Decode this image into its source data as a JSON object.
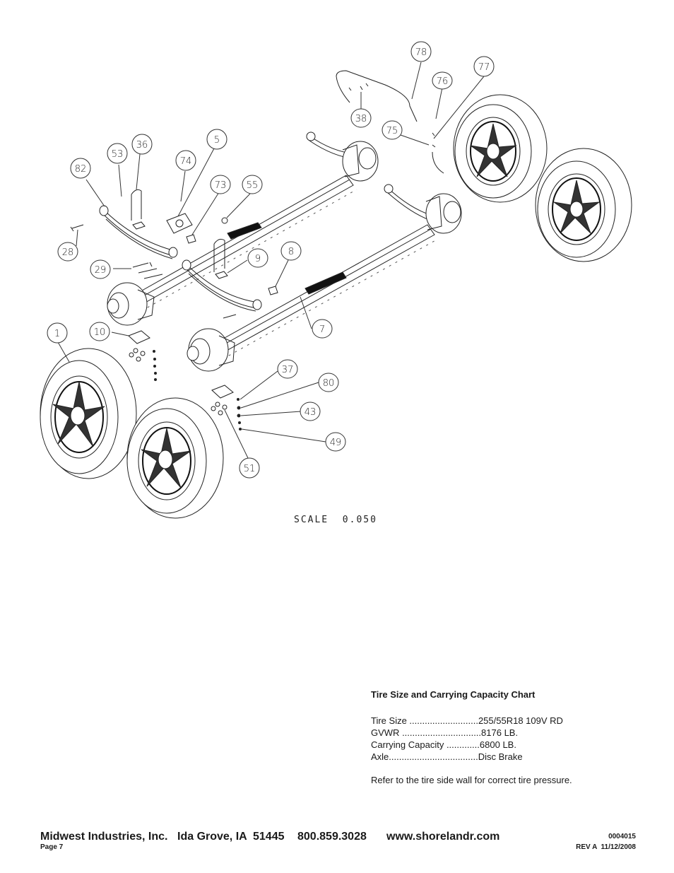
{
  "diagram": {
    "scale_label": "SCALE  0.050",
    "callouts": [
      {
        "id": "c78",
        "label": "78"
      },
      {
        "id": "c77",
        "label": "77"
      },
      {
        "id": "c76",
        "label": "76"
      },
      {
        "id": "c38",
        "label": "38"
      },
      {
        "id": "c75",
        "label": "75"
      },
      {
        "id": "c53",
        "label": "53"
      },
      {
        "id": "c36",
        "label": "36"
      },
      {
        "id": "c5",
        "label": "5"
      },
      {
        "id": "c82",
        "label": "82"
      },
      {
        "id": "c74",
        "label": "74"
      },
      {
        "id": "c73",
        "label": "73"
      },
      {
        "id": "c55",
        "label": "55"
      },
      {
        "id": "c28",
        "label": "28"
      },
      {
        "id": "c29",
        "label": "29"
      },
      {
        "id": "c9",
        "label": "9"
      },
      {
        "id": "c8",
        "label": "8"
      },
      {
        "id": "c1",
        "label": "1"
      },
      {
        "id": "c10",
        "label": "10"
      },
      {
        "id": "c7",
        "label": "7"
      },
      {
        "id": "c37",
        "label": "37"
      },
      {
        "id": "c80",
        "label": "80"
      },
      {
        "id": "c43",
        "label": "43"
      },
      {
        "id": "c49",
        "label": "49"
      },
      {
        "id": "c51",
        "label": "51"
      }
    ]
  },
  "chart": {
    "title": "Tire Size and Carrying Capacity Chart",
    "rows": [
      {
        "label": "Tire Size ",
        "dots": "...........................",
        "value": "255/55R18 109V RD"
      },
      {
        "label": "GVWR ",
        "dots": "...............................",
        "value": "8176 LB."
      },
      {
        "label": "Carrying Capacity ",
        "dots": ".............",
        "value": "6800 LB."
      },
      {
        "label": "Axle",
        "dots": "...................................",
        "value": "Disc Brake"
      }
    ],
    "note": "Refer to the tire side wall for correct tire pressure."
  },
  "footer": {
    "company": "Midwest Industries, Inc.",
    "city": "Ida Grove, IA  51445",
    "phone": "800.859.3028",
    "website": "www.shorelandr.com",
    "doc_number": "0004015",
    "page": "Page 7",
    "revision": "REV A  11/12/2008"
  }
}
